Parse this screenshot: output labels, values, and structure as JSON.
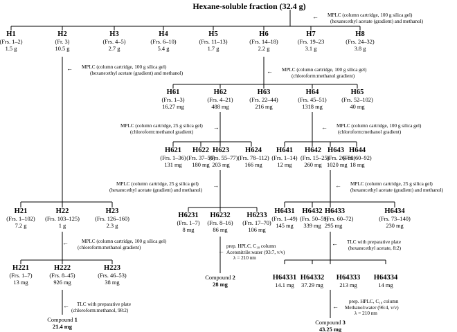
{
  "root": {
    "label": "Hexane-soluble fraction (32.4 g)"
  },
  "steps": {
    "s_root": [
      "MPLC (column cartridge, 100 g silica gel)",
      "(hexane:ethyl acetate (gradient) and methanol)"
    ],
    "s_h2": [
      "MPLC (column cartridge, 100 g silica gel)",
      "(hexane:ethyl acetate (gradient) and  methanol)"
    ],
    "s_h6": [
      "MPLC (column cartridge, 100 g silica gel)",
      "(chloroform:methanol gradient)"
    ],
    "s_h62": [
      "MPLC (column cartridge, 25 g silica gel)",
      "(chloroform:methanol gradient)"
    ],
    "s_h64": [
      "MPLC (column cartridge, 100 g silica gel)",
      "(chloroform:methanol gradient)"
    ],
    "s_h623": [
      "MPLC (column cartridge, 25 g silica gel)",
      "(hexane:ethyl acetate (gradient) and  methanol)"
    ],
    "s_h643": [
      "MPLC (column cartridge, 25 g silica gel)",
      "(hexane:ethyl acetate (gradient) and  methanol)"
    ],
    "s_h22": [
      "MPLC (column cartridge, 100 g silica gel)",
      "(chloroform:methanol gradient)"
    ],
    "s_h6232": [
      "prep. HPLC, C₁₈ column",
      "Acetonitrile:water (93:7, v/v)",
      "λ = 210 nm"
    ],
    "s_h6433": [
      "TLC with preparative plate",
      "(hexane:ethyl acetate, 8:2)"
    ],
    "s_h222": [
      "TLC with preparative plate",
      "(chloroform:methanol, 98:2)"
    ],
    "s_h64333": [
      "prep. HPLC, C₁₈ column",
      "Methanol:water (96:4, v/v)",
      "λ = 210 nm"
    ]
  },
  "nodes": {
    "H1": {
      "id": "H1",
      "frs": "(Frs. 1–2)",
      "mass": "1.5 g"
    },
    "H2": {
      "id": "H2",
      "frs": "(Fr. 3)",
      "mass": "10.5 g"
    },
    "H3": {
      "id": "H3",
      "frs": "(Frs. 4–5)",
      "mass": "2.7 g"
    },
    "H4": {
      "id": "H4",
      "frs": "(Frs. 6–10)",
      "mass": "5.4 g"
    },
    "H5": {
      "id": "H5",
      "frs": "(Frs. 11–13)",
      "mass": "1.7 g"
    },
    "H6": {
      "id": "H6",
      "frs": "(Frs. 14–18)",
      "mass": "2.2 g"
    },
    "H7": {
      "id": "H7",
      "frs": "(Frs. 19–23",
      "mass": "3.1 g"
    },
    "H8": {
      "id": "H8",
      "frs": "(Frs. 24–32)",
      "mass": "3.8 g"
    },
    "H61": {
      "id": "H61",
      "frs": "(Frs. 1–3)",
      "mass": "16.27 mg"
    },
    "H62": {
      "id": "H62",
      "frs": "(Frs. 4–21)",
      "mass": "488 mg"
    },
    "H63": {
      "id": "H63",
      "frs": "(Frs. 22–44)",
      "mass": "216 mg"
    },
    "H64": {
      "id": "H64",
      "frs": "(Frs. 45–51)",
      "mass": "1318 mg"
    },
    "H65": {
      "id": "H65",
      "frs": "(Frs. 52–102)",
      "mass": "40 mg"
    },
    "H621": {
      "id": "H621",
      "frs": "(Frs. 1–36)",
      "mass": "131 mg"
    },
    "H622": {
      "id": "H622",
      "frs": "(Frs. 37–56)",
      "mass": "180 mg"
    },
    "H623": {
      "id": "H623",
      "frs": "(Frs. 55–77)",
      "mass": "203 mg"
    },
    "H624": {
      "id": "H624",
      "frs": "(Frs. 78–112)",
      "mass": "166 mg"
    },
    "H641": {
      "id": "H641",
      "frs": "(Frs. 1–14)",
      "mass": "12 mg"
    },
    "H642": {
      "id": "H642",
      "frs": "(Frs. 15–25)",
      "mass": "260 mg"
    },
    "H643": {
      "id": "H643",
      "frs": "(Frs. 26–59)",
      "mass": "1020 mg"
    },
    "H644": {
      "id": "H644",
      "frs": "(Frs. 60–92)",
      "mass": "18 mg"
    },
    "H21": {
      "id": "H21",
      "frs": "(Frs. 1–102)",
      "mass": "7.2 g"
    },
    "H22": {
      "id": "H22",
      "frs": "(Frs. 103–125)",
      "mass": "1 g"
    },
    "H23": {
      "id": "H23",
      "frs": "(Frs. 126–160)",
      "mass": "2.3 g"
    },
    "H6231": {
      "id": "H6231",
      "frs": "(Frs. 1–7)",
      "mass": "8 mg"
    },
    "H6232": {
      "id": "H6232",
      "frs": "(Frs. 8–16)",
      "mass": "86 mg"
    },
    "H6233": {
      "id": "H6233",
      "frs": "(Frs. 17–70)",
      "mass": "106 mg"
    },
    "H6431": {
      "id": "H6431",
      "frs": "(Frs. 1–49)",
      "mass": "145 mg"
    },
    "H6432": {
      "id": "H6432",
      "frs": "(Frs. 50–59)",
      "mass": "339 mg"
    },
    "H6433": {
      "id": "H6433",
      "frs": "(Frs. 60–72)",
      "mass": "295 mg"
    },
    "H6434": {
      "id": "H6434",
      "frs": "(Frs. 73–140)",
      "mass": "230 mg"
    },
    "H221": {
      "id": "H221",
      "frs": "(Frs. 1–7)",
      "mass": "13 mg"
    },
    "H222": {
      "id": "H222",
      "frs": "(Frs. 8–45)",
      "mass": "926 mg"
    },
    "H223": {
      "id": "H223",
      "frs": "(Frs. 46–53)",
      "mass": "38 mg"
    },
    "H64331": {
      "id": "H64331",
      "frs": "",
      "mass": "14.1 mg"
    },
    "H64332": {
      "id": "H64332",
      "frs": "",
      "mass": "37.29 mg"
    },
    "H64333": {
      "id": "H64333",
      "frs": "",
      "mass": "213 mg"
    },
    "H64334": {
      "id": "H64334",
      "frs": "",
      "mass": "14 mg"
    }
  },
  "compounds": {
    "c1": {
      "label": "Compound",
      "num": "1",
      "mass": "21.4 mg"
    },
    "c2": {
      "label": "Compound",
      "num": "2",
      "mass": "28 mg"
    },
    "c3": {
      "label": "Compound",
      "num": "3",
      "mass": "43.25 mg"
    }
  }
}
